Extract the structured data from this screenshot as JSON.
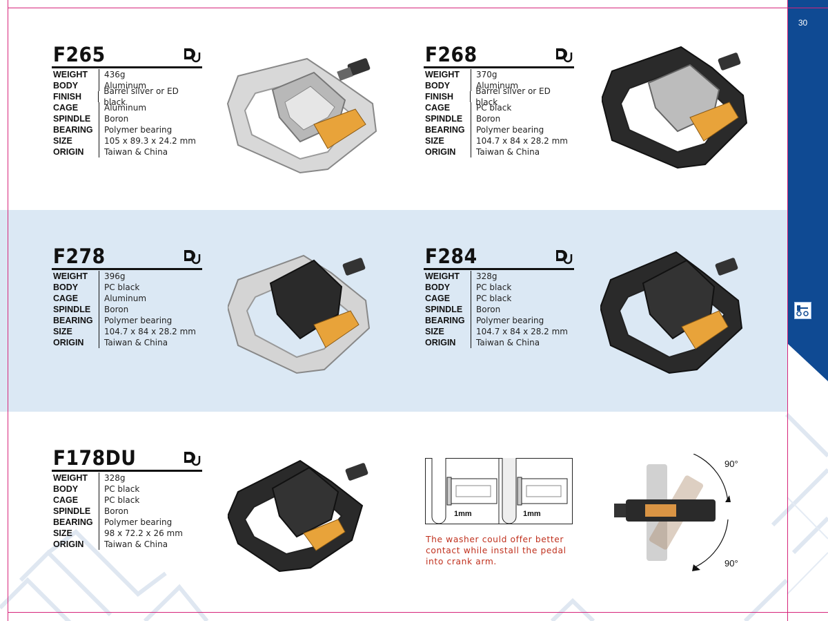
{
  "page": {
    "number": "30"
  },
  "spec_labels": {
    "weight": "WEIGHT",
    "body": "BODY",
    "finish": "FINISH",
    "cage": "CAGE",
    "spindle": "SPINDLE",
    "bearing": "BEARING",
    "size": "SIZE",
    "origin": "ORIGIN"
  },
  "products": [
    {
      "model": "F265",
      "weight": "436g",
      "body": "Aluminum",
      "finish": "Barrel silver or ED black",
      "cage": "Aluminum",
      "spindle": "Boron",
      "bearing": "Polymer bearing",
      "size": "105 x 89.3 x 24.2 mm",
      "origin": "Taiwan & China",
      "finish_color": "silver"
    },
    {
      "model": "F268",
      "weight": "370g",
      "body": "Aluminum",
      "finish": "Barrel silver or ED black",
      "cage": "PC black",
      "spindle": "Boron",
      "bearing": "Polymer bearing",
      "size": "104.7 x 84 x 28.2 mm",
      "origin": "Taiwan & China",
      "finish_color": "black-silver"
    },
    {
      "model": "F278",
      "weight": "396g",
      "body": "PC black",
      "cage": "Aluminum",
      "spindle": "Boron",
      "bearing": "Polymer bearing",
      "size": "104.7 x 84 x 28.2 mm",
      "origin": "Taiwan & China",
      "finish_color": "silver-black"
    },
    {
      "model": "F284",
      "weight": "328g",
      "body": "PC black",
      "cage": "PC black",
      "spindle": "Boron",
      "bearing": "Polymer bearing",
      "size": "104.7 x 84 x 28.2 mm",
      "origin": "Taiwan & China",
      "finish_color": "black"
    },
    {
      "model": "F178DU",
      "weight": "328g",
      "body": "PC black",
      "cage": "PC black",
      "spindle": "Boron",
      "bearing": "Polymer bearing",
      "size": "98 x 72.2 x 26 mm",
      "origin": "Taiwan & China",
      "finish_color": "black"
    }
  ],
  "washer_diagram": {
    "label_left": "1mm",
    "label_right": "1mm"
  },
  "washer_note": "The washer could offer better contact while install the pedal into crank arm.",
  "rotation": {
    "top_angle": "90°",
    "bottom_angle": "90°"
  },
  "colors": {
    "sidebar": "#0f4a93",
    "band": "#dbe8f4",
    "crop_marks": "#d6247a",
    "note": "#c0311e",
    "reflector": "#e8a33a"
  }
}
